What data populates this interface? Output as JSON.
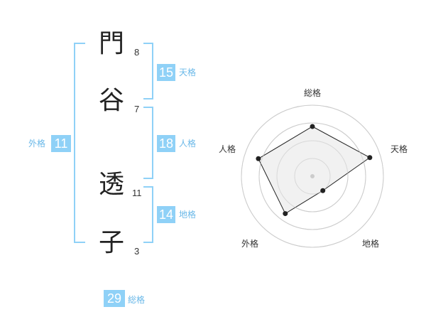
{
  "name": {
    "chars": [
      {
        "char": "門",
        "strokes": "8"
      },
      {
        "char": "谷",
        "strokes": "7"
      },
      {
        "char": "透",
        "strokes": "11"
      },
      {
        "char": "子",
        "strokes": "3"
      }
    ]
  },
  "scores": {
    "tenkaku": {
      "value": "15",
      "label": "天格"
    },
    "jinkaku": {
      "value": "18",
      "label": "人格"
    },
    "chikaku": {
      "value": "14",
      "label": "地格"
    },
    "gaikaku": {
      "value": "11",
      "label": "外格"
    },
    "soukaku": {
      "value": "29",
      "label": "総格"
    }
  },
  "radar": {
    "axes": [
      "総格",
      "天格",
      "地格",
      "外格",
      "人格"
    ],
    "levels": 4,
    "values": [
      0.7,
      0.85,
      0.25,
      0.65,
      0.8
    ],
    "colors": {
      "ring": "#cccccc",
      "fill": "#f0f0f0",
      "line": "#222222"
    }
  },
  "colors": {
    "accent": "#8fd1f7",
    "accent_text": "#6ab8e8"
  }
}
